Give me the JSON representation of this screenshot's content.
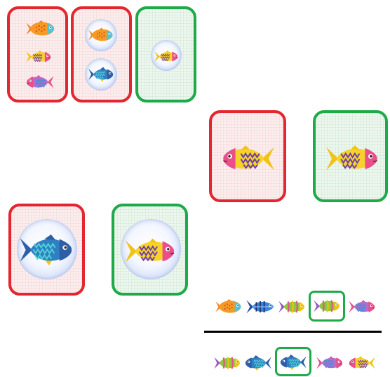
{
  "colors": {
    "wrong": "#e3262f",
    "correct": "#1faa4a",
    "divider": "#000000"
  },
  "sets": {
    "count_wrong_a": {
      "verdict": "wrong",
      "fish": [
        "orange-fish-icon",
        "yellow-zigzag-fish-icon",
        "pink-zigzag-fish-icon"
      ]
    },
    "count_wrong_b": {
      "verdict": "wrong",
      "fish": [
        "orange-fish-icon",
        "blue-zigzag-fish-icon"
      ]
    },
    "count_correct": {
      "verdict": "correct",
      "fish": [
        "yellow-zigzag-fish-icon"
      ]
    }
  },
  "direction": {
    "wrong": {
      "verdict": "wrong",
      "fish": "pink-zigzag-fish-icon",
      "facing": "left"
    },
    "correct": {
      "verdict": "correct",
      "fish": "yellow-zigzag-fish-icon",
      "facing": "right"
    }
  },
  "bubble_cards": {
    "wrong": {
      "verdict": "wrong",
      "fish": "blue-zigzag-fish-icon"
    },
    "correct": {
      "verdict": "correct",
      "fish": "yellow-zigzag-fish-icon"
    }
  },
  "sequences": {
    "top_row": [
      "orange-fish-icon",
      "blue-striped-fish-icon",
      "green-striped-fish-icon",
      "green-striped-fish-icon",
      "pink-zigzag-fish-icon"
    ],
    "top_row_selected": 3,
    "bottom_row": [
      "green-striped-fish-icon",
      "blue-zigzag-fish-icon",
      "blue-zigzag-fish-icon",
      "pink-zigzag-fish-icon",
      "yellow-zigzag-fish-icon"
    ],
    "bottom_row_selected": 2
  }
}
